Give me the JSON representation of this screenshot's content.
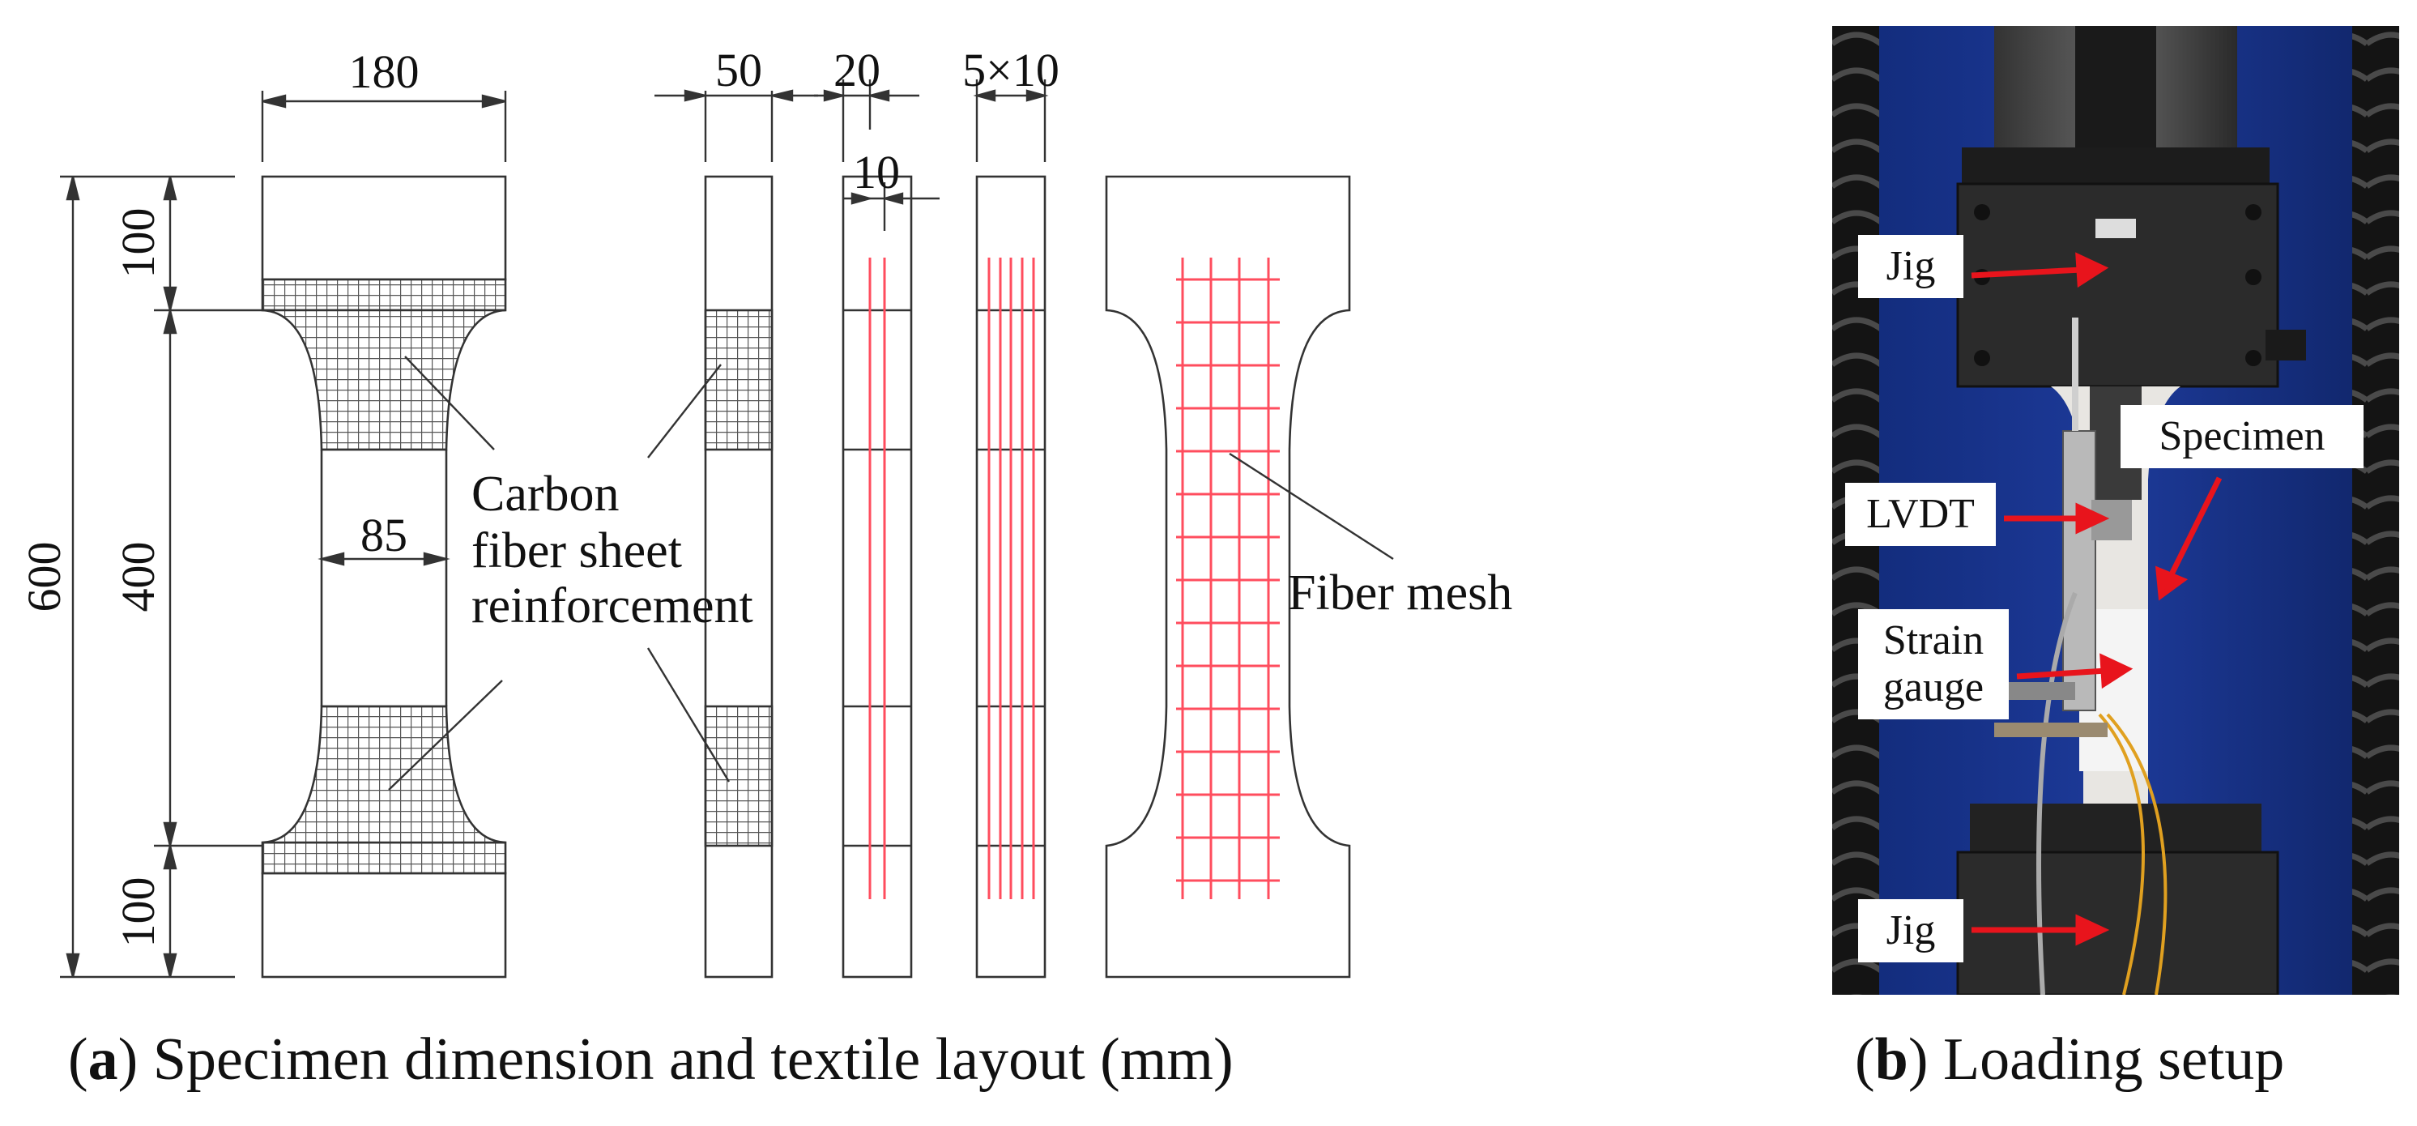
{
  "panel_a": {
    "caption_letter": "a",
    "caption_text": "Specimen dimension and textile layout (mm)",
    "dims": {
      "width_total": "180",
      "side_thickness": "50",
      "textile_offset": "20",
      "textile_spacing": "5×10",
      "textile_gap": "10",
      "height_total": "600",
      "end_top": "100",
      "middle": "400",
      "end_bottom": "100",
      "neck_width": "85"
    },
    "annotations": {
      "carbon_line1": "Carbon",
      "carbon_line2": "fiber sheet",
      "carbon_line3": "reinforcement",
      "fiber_mesh": "Fiber mesh"
    }
  },
  "panel_b": {
    "caption_letter": "b",
    "caption_text": "Loading setup",
    "labels": {
      "jig_top": "Jig",
      "specimen": "Specimen",
      "lvdt": "LVDT",
      "strain_gauge_line1": "Strain",
      "strain_gauge_line2": "gauge",
      "jig_bottom": "Jig"
    }
  },
  "colors": {
    "line": "#333333",
    "textile": "#ff4d5e",
    "arrow": "#e8141c",
    "backdrop_blue": "#17307f"
  }
}
